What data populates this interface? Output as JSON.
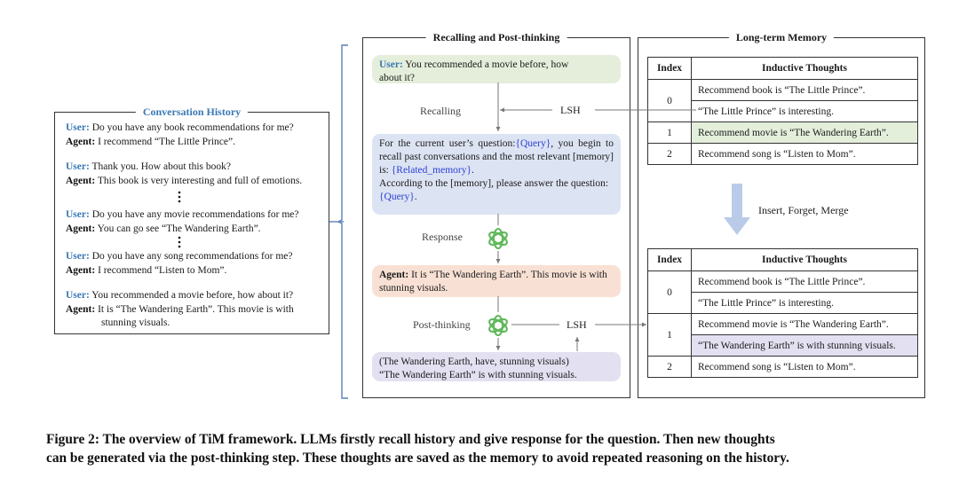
{
  "conversation_history": {
    "title": "Conversation History",
    "user_label": "User:",
    "agent_label": "Agent:",
    "turns": [
      {
        "user": "Do you have any book recommendations for me?",
        "agent": "I recommend “The Little Prince”."
      },
      {
        "user": "Thank you. How about this book?",
        "agent": "This book is very interesting and full of emotions."
      },
      {
        "user": "Do you have any movie recommendations for me?",
        "agent": "You can go see “The Wandering Earth”."
      },
      {
        "user": "Do you have any song recommendations for me?",
        "agent": "I recommend “Listen to Mom”."
      },
      {
        "user": "You recommended a movie before, how about it?",
        "agent": "It is “The Wandering Earth”. This movie is with",
        "agent_cont": "stunning visuals."
      }
    ],
    "ellipsis": "⋮"
  },
  "recalling": {
    "title": "Recalling and Post-thinking",
    "user_bubble": {
      "label": "User:",
      "line1": "You recommended a movie before, how",
      "line2": "about it?"
    },
    "recalling_label": "Recalling",
    "lsh_label": "LSH",
    "prompt": {
      "p1": "For the current user’s question:",
      "var_query": "{Query}",
      "p2": ", you begin to recall past conversations and the most relevant [memory] is: ",
      "var_related": "{Related_memory}",
      "p3": ".",
      "p4": "According to the [memory], please answer the question:",
      "var_query2": "{Query}",
      "p5": "."
    },
    "response_label": "Response",
    "agent_bubble": {
      "label": "Agent:",
      "text": "It is “The Wandering Earth”. This movie is with stunning visuals."
    },
    "post_thinking_label": "Post-thinking",
    "thought_bubble": {
      "line1": "(The Wandering Earth, have, stunning visuals)",
      "line2": "“The Wandering Earth” is with stunning visuals."
    },
    "llm_icon": "openai-logo-icon"
  },
  "long_term_memory": {
    "title": "Long-term Memory",
    "headers": [
      "Index",
      "Inductive Thoughts"
    ],
    "before": {
      "rows": [
        {
          "index": "0",
          "thoughts": [
            "Recommend book is “The Little Prince”.",
            "“The Little Prince” is interesting."
          ]
        },
        {
          "index": "1",
          "thoughts": [
            "Recommend movie is “The Wandering Earth”."
          ],
          "highlight": "#e3eedb"
        },
        {
          "index": "2",
          "thoughts": [
            "Recommend song is “Listen to Mom”."
          ]
        }
      ]
    },
    "operation_label": "Insert, Forget, Merge",
    "after": {
      "rows": [
        {
          "index": "0",
          "thoughts": [
            "Recommend book is “The Little Prince”.",
            "“The Little Prince” is interesting."
          ]
        },
        {
          "index": "1",
          "thoughts": [
            "Recommend movie is “The Wandering Earth”.",
            "“The Wandering Earth” is with stunning visuals."
          ],
          "highlight_second": "#e3e0f1"
        },
        {
          "index": "2",
          "thoughts": [
            "Recommend song is “Listen to Mom”."
          ]
        }
      ]
    }
  },
  "caption": {
    "line1": "Figure 2: The overview of TiM framework. LLMs firstly recall history and give response for the question. Then new thoughts",
    "line2": "can be generated via the post-thinking step. These thoughts are saved as the memory to avoid repeated reasoning on the history."
  },
  "colors": {
    "user_blue": "#3a78b5",
    "var_blue": "#2b3fd6",
    "user_bubble": "#e4eedb",
    "prompt_bubble": "#dce3f2",
    "agent_bubble": "#f8e1d4",
    "thought_bubble": "#e3e0f1",
    "llm_green": "#5fb85a",
    "down_arrow": "#b9cbe8"
  }
}
